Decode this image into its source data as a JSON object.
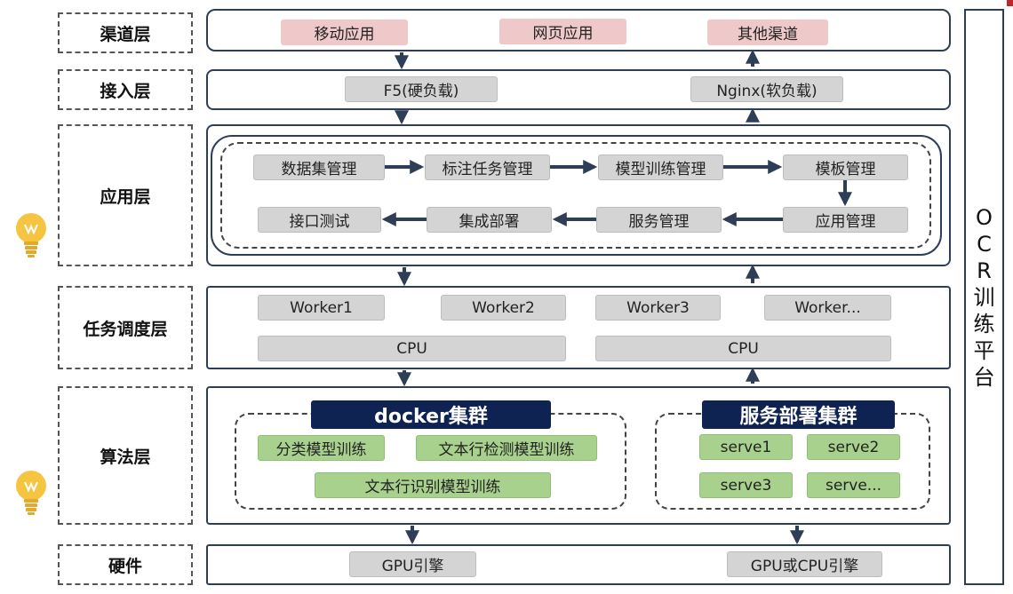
{
  "layers": {
    "channel": "渠道层",
    "access": "接入层",
    "application": "应用层",
    "scheduling": "任务调度层",
    "algorithm": "算法层",
    "hardware": "硬件"
  },
  "channel": {
    "mobile": "移动应用",
    "web": "网页应用",
    "other": "其他渠道"
  },
  "access": {
    "f5": "F5(硬负载)",
    "nginx": "Nginx(软负载)"
  },
  "application": {
    "dataset": "数据集管理",
    "labeling": "标注任务管理",
    "training": "模型训练管理",
    "template": "模板管理",
    "api_test": "接口测试",
    "integration": "集成部署",
    "service": "服务管理",
    "app_mgmt": "应用管理"
  },
  "scheduling": {
    "workers": [
      "Worker1",
      "Worker2",
      "Worker3",
      "Worker..."
    ],
    "cpu_left": "CPU",
    "cpu_right": "CPU"
  },
  "algorithm": {
    "docker_title": "docker集群",
    "classify": "分类模型训练",
    "text_detect": "文本行检测模型训练",
    "text_recog": "文本行识别模型训练",
    "service_title": "服务部署集群",
    "serves": [
      "serve1",
      "serve2",
      "serve3",
      "serve..."
    ]
  },
  "hardware": {
    "gpu": "GPU引擎",
    "gpu_cpu": "GPU或CPU引擎"
  },
  "platform_title": [
    "O",
    "C",
    "R",
    "训",
    "练",
    "平",
    "台"
  ],
  "colors": {
    "band_border": "#2e3e57",
    "arrow": "#2e3e57",
    "title_bar": "#0e2351",
    "chip_gray": "#d4d4d4",
    "chip_pink": "#efc9c9",
    "chip_green": "#a9d18e",
    "bulb": "#f5c542"
  }
}
